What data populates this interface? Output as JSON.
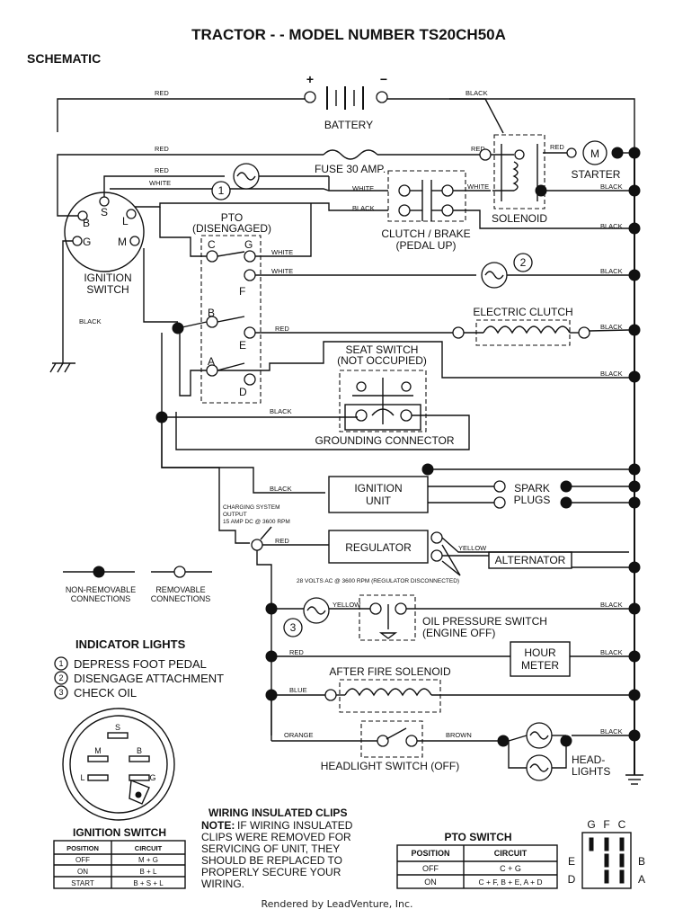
{
  "title": "TRACTOR - - MODEL NUMBER TS20CH50A",
  "section": "SCHEMATIC",
  "components": {
    "battery": "BATTERY",
    "battery_plus": "+",
    "battery_minus": "−",
    "fuse": "FUSE 30 AMP.",
    "starter": "STARTER",
    "starter_motor": "M",
    "solenoid": "SOLENOID",
    "clutch_brake_1": "CLUTCH / BRAKE",
    "clutch_brake_2": "(PEDAL UP)",
    "ignition_switch_1": "IGNITION",
    "ignition_switch_2": "SWITCH",
    "pto_1": "PTO",
    "pto_2": "(DISENGAGED)",
    "electric_clutch": "ELECTRIC CLUTCH",
    "seat_switch_1": "SEAT SWITCH",
    "seat_switch_2": "(NOT OCCUPIED)",
    "grounding_connector": "GROUNDING CONNECTOR",
    "ignition_unit_1": "IGNITION",
    "ignition_unit_2": "UNIT",
    "spark_plugs_1": "SPARK",
    "spark_plugs_2": "PLUGS",
    "charging_1": "CHARGING SYSTEM",
    "charging_2": "OUTPUT",
    "charging_3": "15 AMP DC @ 3600 RPM",
    "regulator": "REGULATOR",
    "alternator": "ALTERNATOR",
    "alt_note": "28 VOLTS AC @ 3600 RPM (REGULATOR DISCONNECTED)",
    "oil_switch_1": "OIL PRESSURE SWITCH",
    "oil_switch_2": "(ENGINE OFF)",
    "hour_meter_1": "HOUR",
    "hour_meter_2": "METER",
    "after_fire": "AFTER FIRE SOLENOID",
    "headlight_switch": "HEADLIGHT SWITCH (OFF)",
    "headlights_1": "HEAD-",
    "headlights_2": "LIGHTS"
  },
  "terminals": {
    "ign_b": "B",
    "ign_s": "S",
    "ign_l": "L",
    "ign_g": "G",
    "ign_m": "M",
    "pto_c": "C",
    "pto_g": "G",
    "pto_f": "F",
    "pto_b": "B",
    "pto_e": "E",
    "pto_a": "A",
    "pto_d": "D"
  },
  "wires": {
    "red": "RED",
    "black": "BLACK",
    "white": "WHITE",
    "yellow": "YELLOW",
    "blue": "BLUE",
    "orange": "ORANGE",
    "brown": "BROWN"
  },
  "lamp_numbers": {
    "one": "1",
    "two": "2",
    "three": "3"
  },
  "legend": {
    "non_removable_1": "NON-REMOVABLE",
    "non_removable_2": "CONNECTIONS",
    "removable_1": "REMOVABLE",
    "removable_2": "CONNECTIONS"
  },
  "indicator_lights": {
    "title": "INDICATOR LIGHTS",
    "items": [
      {
        "num": "1",
        "label": "DEPRESS FOOT PEDAL"
      },
      {
        "num": "2",
        "label": "DISENGAGE ATTACHMENT"
      },
      {
        "num": "3",
        "label": "CHECK OIL"
      }
    ]
  },
  "ignition_plug": {
    "s": "S",
    "m": "M",
    "b": "B",
    "l": "L",
    "g": "G"
  },
  "ignition_table": {
    "title": "IGNITION SWITCH",
    "headers": [
      "POSITION",
      "CIRCUIT"
    ],
    "rows": [
      [
        "OFF",
        "M + G"
      ],
      [
        "ON",
        "B + L"
      ],
      [
        "START",
        "B + S + L"
      ]
    ]
  },
  "clips_note": {
    "title": "WIRING INSULATED CLIPS",
    "prefix": "NOTE:",
    "line1": "IF WIRING INSULATED",
    "line2": "CLIPS WERE REMOVED FOR",
    "line3": "SERVICING OF UNIT, THEY",
    "line4": "SHOULD BE REPLACED TO",
    "line5": "PROPERLY SECURE YOUR",
    "line6": "WIRING."
  },
  "pto_table": {
    "title": "PTO SWITCH",
    "headers": [
      "POSITION",
      "CIRCUIT"
    ],
    "rows": [
      [
        "OFF",
        "C + G"
      ],
      [
        "ON",
        "C + F, B + E, A + D"
      ]
    ]
  },
  "pto_plug": {
    "g": "G",
    "f": "F",
    "c": "C",
    "e": "E",
    "b": "B",
    "d": "D",
    "a": "A"
  },
  "footer": "Rendered by LeadVenture, Inc."
}
